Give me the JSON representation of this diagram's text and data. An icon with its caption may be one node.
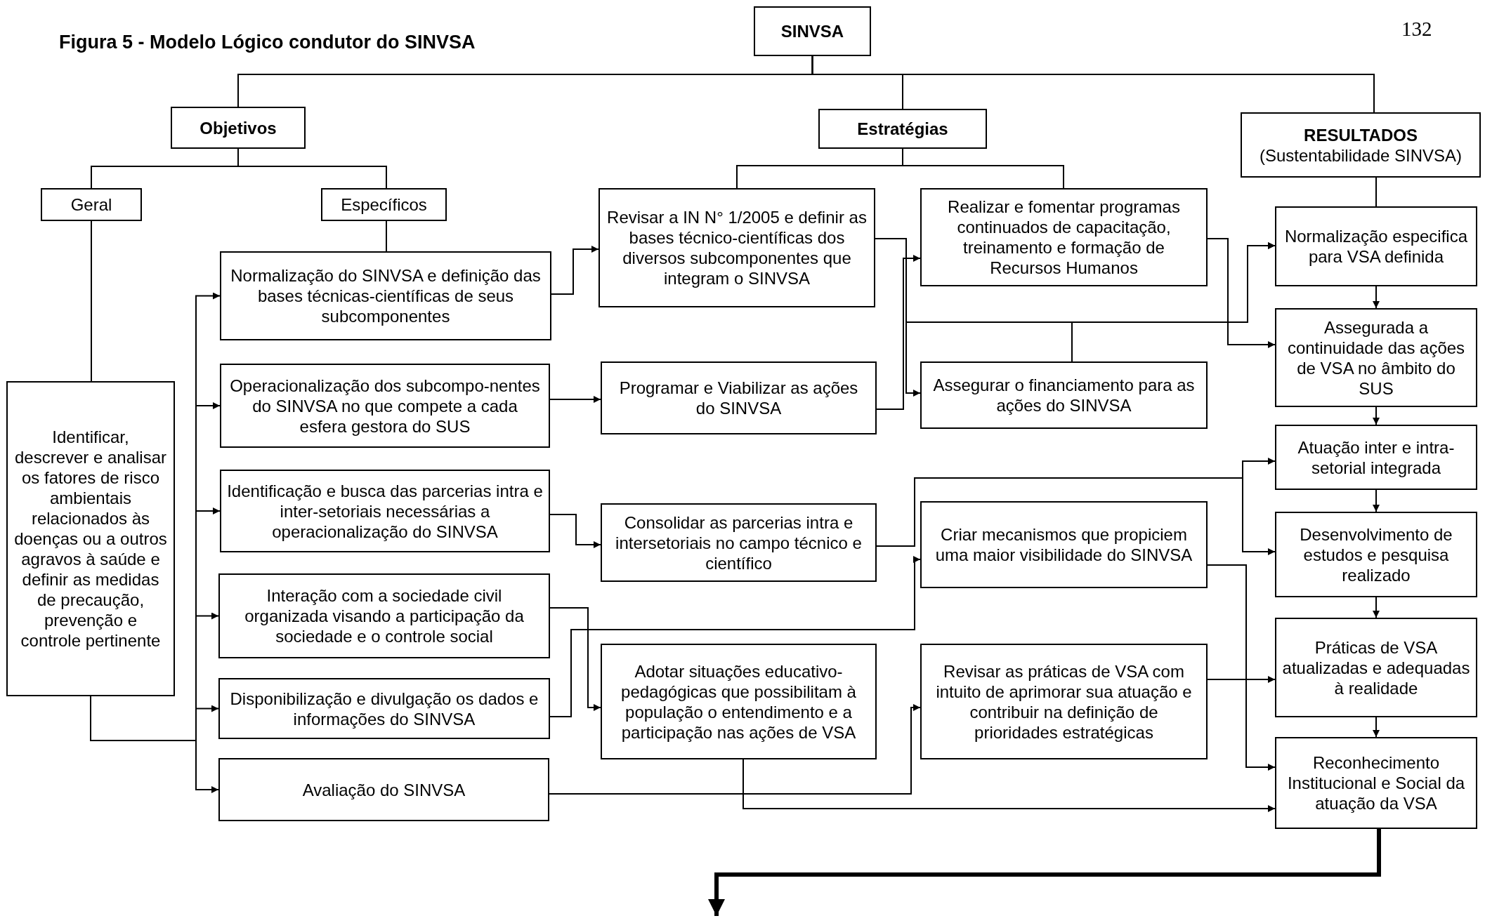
{
  "diagram": {
    "nodes": [
      {
        "text": [
          "SINVSA"
        ]
      },
      {
        "text": [
          "Objetivos"
        ]
      },
      {
        "text": [
          "Estratégias"
        ]
      },
      {
        "text": [
          "RESULTADOS",
          "(Sustentabilidade SINVSA)"
        ]
      },
      {
        "text": [
          "Geral"
        ]
      },
      {
        "text": [
          "Específicos"
        ]
      },
      {
        "text": [
          "Identificar, descrever e analisar os fatores de risco ambientais relacionados às doenças ou a outros agravos à saúde e definir as medidas de precaução, prevenção e controle pertinente"
        ]
      },
      {
        "text": [
          "Normalização do SINVSA e definição das bases técnicas-científicas de seus subcomponentes"
        ]
      },
      {
        "text": [
          "Operacionalização dos subcompo-nentes do SINVSA  no que compete a cada esfera gestora do SUS"
        ]
      },
      {
        "text": [
          "Identificação e busca das parcerias intra e inter-setoriais necessárias a operacionalização do SINVSA"
        ]
      },
      {
        "text": [
          "Interação com a sociedade civil organizada visando a participação da sociedade e o controle social"
        ]
      },
      {
        "text": [
          "Disponibilização e divulgação os dados e informações do SINVSA"
        ]
      },
      {
        "text": [
          "Avaliação do SINVSA"
        ]
      },
      {
        "text": [
          "Revisar a IN N° 1/2005  e definir as bases técnico-científicas dos diversos subcomponentes que integram o SINVSA"
        ]
      },
      {
        "text": [
          "Realizar e fomentar programas continuados de capacitação, treinamento e formação de Recursos Humanos"
        ]
      },
      {
        "text": [
          "Programar e  Viabilizar as ações do SINVSA"
        ]
      },
      {
        "text": [
          "Assegurar o financiamento para as ações do SINVSA"
        ]
      },
      {
        "text": [
          "Consolidar as parcerias intra e intersetoriais no campo técnico e científico"
        ]
      },
      {
        "text": [
          "Criar mecanismos  que propiciem uma maior visibilidade do SINVSA"
        ]
      },
      {
        "text": [
          "Adotar situações educativo-pedagógicas que possibilitam à população o entendimento e a participação nas ações de VSA"
        ]
      },
      {
        "text": [
          "Revisar as práticas de VSA com intuito de aprimorar sua atuação e contribuir na definição de prioridades estratégicas"
        ]
      },
      {
        "text": [
          "Normalização especifica para VSA definida"
        ]
      },
      {
        "text": [
          "Assegurada a continuidade das ações de VSA no âmbito do SUS"
        ]
      },
      {
        "text": [
          "Atuação inter e intra-setorial integrada"
        ]
      },
      {
        "text": [
          "Desenvolvimento de estudos e pesquisa realizado"
        ]
      },
      {
        "text": [
          "Práticas de VSA atualizadas e adequadas à realidade"
        ]
      },
      {
        "text": [
          "Reconhecimento Institucional e Social da atuação da VSA"
        ]
      }
    ],
    "edges": [
      {
        "from": 0,
        "to": 1,
        "arrow": "none"
      },
      {
        "from": 0,
        "to": 2,
        "arrow": "none"
      },
      {
        "from": 0,
        "to": 3,
        "arrow": "none"
      },
      {
        "from": 1,
        "to": 4,
        "arrow": "none"
      },
      {
        "from": 1,
        "to": 5,
        "arrow": "none"
      },
      {
        "from": 2,
        "to": 13,
        "arrow": "none"
      },
      {
        "from": 2,
        "to": 14,
        "arrow": "none"
      },
      {
        "from": 3,
        "to": 21,
        "arrow": "none"
      },
      {
        "from": 4,
        "to": 6,
        "arrow": "none"
      },
      {
        "from": 5,
        "to": 7,
        "arrow": "none"
      },
      {
        "from": 6,
        "to": 7,
        "arrow": "to"
      },
      {
        "from": 6,
        "to": 8,
        "arrow": "to"
      },
      {
        "from": 6,
        "to": 9,
        "arrow": "to"
      },
      {
        "from": 6,
        "to": 10,
        "arrow": "to"
      },
      {
        "from": 6,
        "to": 11,
        "arrow": "to"
      },
      {
        "from": 6,
        "to": 12,
        "arrow": "to"
      },
      {
        "from": 7,
        "to": 13,
        "arrow": "to"
      },
      {
        "from": 8,
        "to": 15,
        "arrow": "to"
      },
      {
        "from": 13,
        "to": 16,
        "arrow": "to"
      },
      {
        "from": 13,
        "to": 21,
        "arrow": "to"
      },
      {
        "from": 16,
        "to": 21,
        "arrow": "to"
      },
      {
        "from": 15,
        "to": 14,
        "arrow": "to"
      },
      {
        "from": 14,
        "to": 22,
        "arrow": "to"
      },
      {
        "from": 21,
        "to": 22,
        "arrow": "to"
      },
      {
        "from": 22,
        "to": 23,
        "arrow": "to"
      },
      {
        "from": 23,
        "to": 24,
        "arrow": "to"
      },
      {
        "from": 24,
        "to": 25,
        "arrow": "to"
      },
      {
        "from": 25,
        "to": 26,
        "arrow": "to"
      },
      {
        "from": 9,
        "to": 17,
        "arrow": "to"
      },
      {
        "from": 17,
        "to": 23,
        "arrow": "to"
      },
      {
        "from": 17,
        "to": 24,
        "arrow": "to"
      },
      {
        "from": 11,
        "to": 18,
        "arrow": "to"
      },
      {
        "from": 10,
        "to": 19,
        "arrow": "to"
      },
      {
        "from": 12,
        "to": 20,
        "arrow": "to"
      },
      {
        "from": 19,
        "to": 26,
        "arrow": "to"
      },
      {
        "from": 18,
        "to": 26,
        "arrow": "to"
      },
      {
        "from": 20,
        "to": 25,
        "arrow": "to"
      },
      {
        "from": 26,
        "to": null,
        "arrow": "to",
        "style": "thick"
      }
    ],
    "labels": [
      "Figura 5 - Modelo Lógico condutor do SINVSA",
      "132"
    ]
  }
}
